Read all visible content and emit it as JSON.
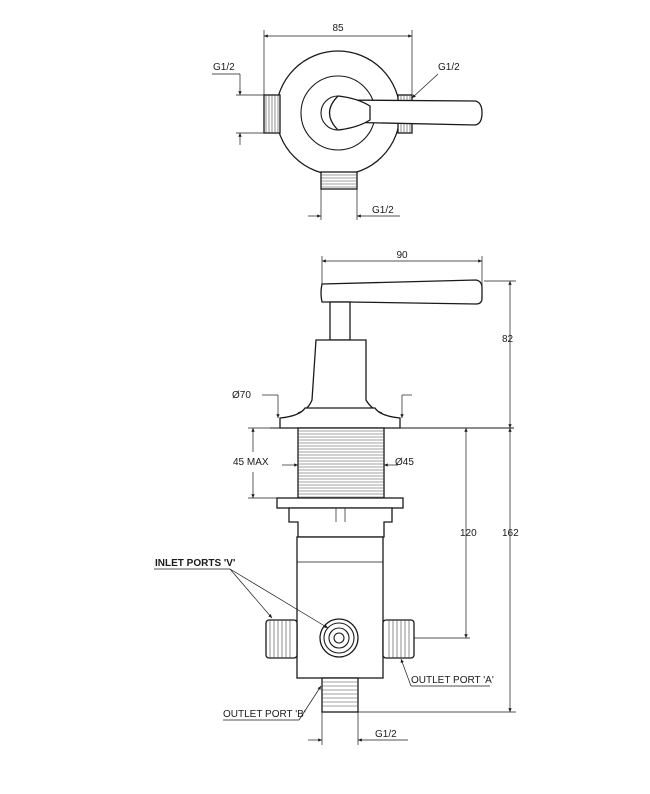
{
  "top_view": {
    "width_dim": "85",
    "left_port": "G1/2",
    "right_port": "G1/2",
    "bottom_port": "G1/2"
  },
  "side_view": {
    "handle_width_dim": "90",
    "height_dim": "82",
    "flange_dim": "Ø70",
    "body_dim": "Ø45",
    "depth_dim": "45 MAX",
    "mid_dim": "120",
    "total_dim": "162",
    "bottom_port": "G1/2",
    "inlet_label": "INLET PORTS 'V'",
    "outlet_a_label": "OUTLET PORT 'A'",
    "outlet_b_label": "OUTLET PORT 'B'"
  }
}
